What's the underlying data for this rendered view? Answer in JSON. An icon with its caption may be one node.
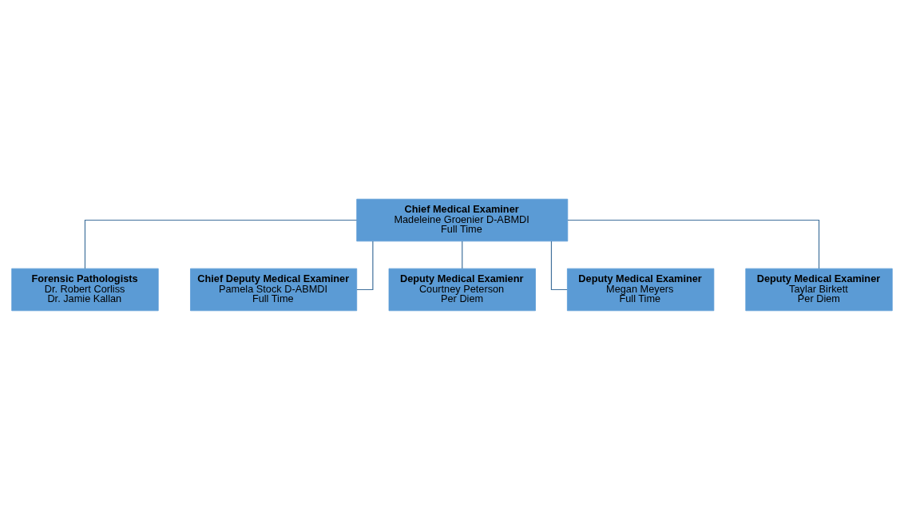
{
  "diagram": {
    "nodes": [
      {
        "text": [
          "Chief Medical Examiner",
          "Madeleine Groenier D-ABMDI",
          "Full Time"
        ]
      },
      {
        "text": [
          "Forensic Pathologists",
          "Dr. Robert Corliss",
          "Dr. Jamie Kallan"
        ]
      },
      {
        "text": [
          "Chief Deputy Medical Examiner",
          "Pamela Stock D-ABMDI",
          "Full Time"
        ]
      },
      {
        "text": [
          "Deputy Medical Examienr",
          "Courtney Peterson",
          "Per Diem"
        ]
      },
      {
        "text": [
          "Deputy Medical Examiner",
          "Megan Meyers",
          "Full Time"
        ]
      },
      {
        "text": [
          "Deputy Medical Examiner",
          "Taylar Birkett",
          "Per Diem"
        ]
      }
    ],
    "edges": [
      {
        "from": 0,
        "to": 1,
        "arrow": "none"
      },
      {
        "from": 0,
        "to": 2,
        "arrow": "none"
      },
      {
        "from": 0,
        "to": 3,
        "arrow": "none"
      },
      {
        "from": 0,
        "to": 4,
        "arrow": "none"
      },
      {
        "from": 0,
        "to": 5,
        "arrow": "none"
      }
    ]
  }
}
